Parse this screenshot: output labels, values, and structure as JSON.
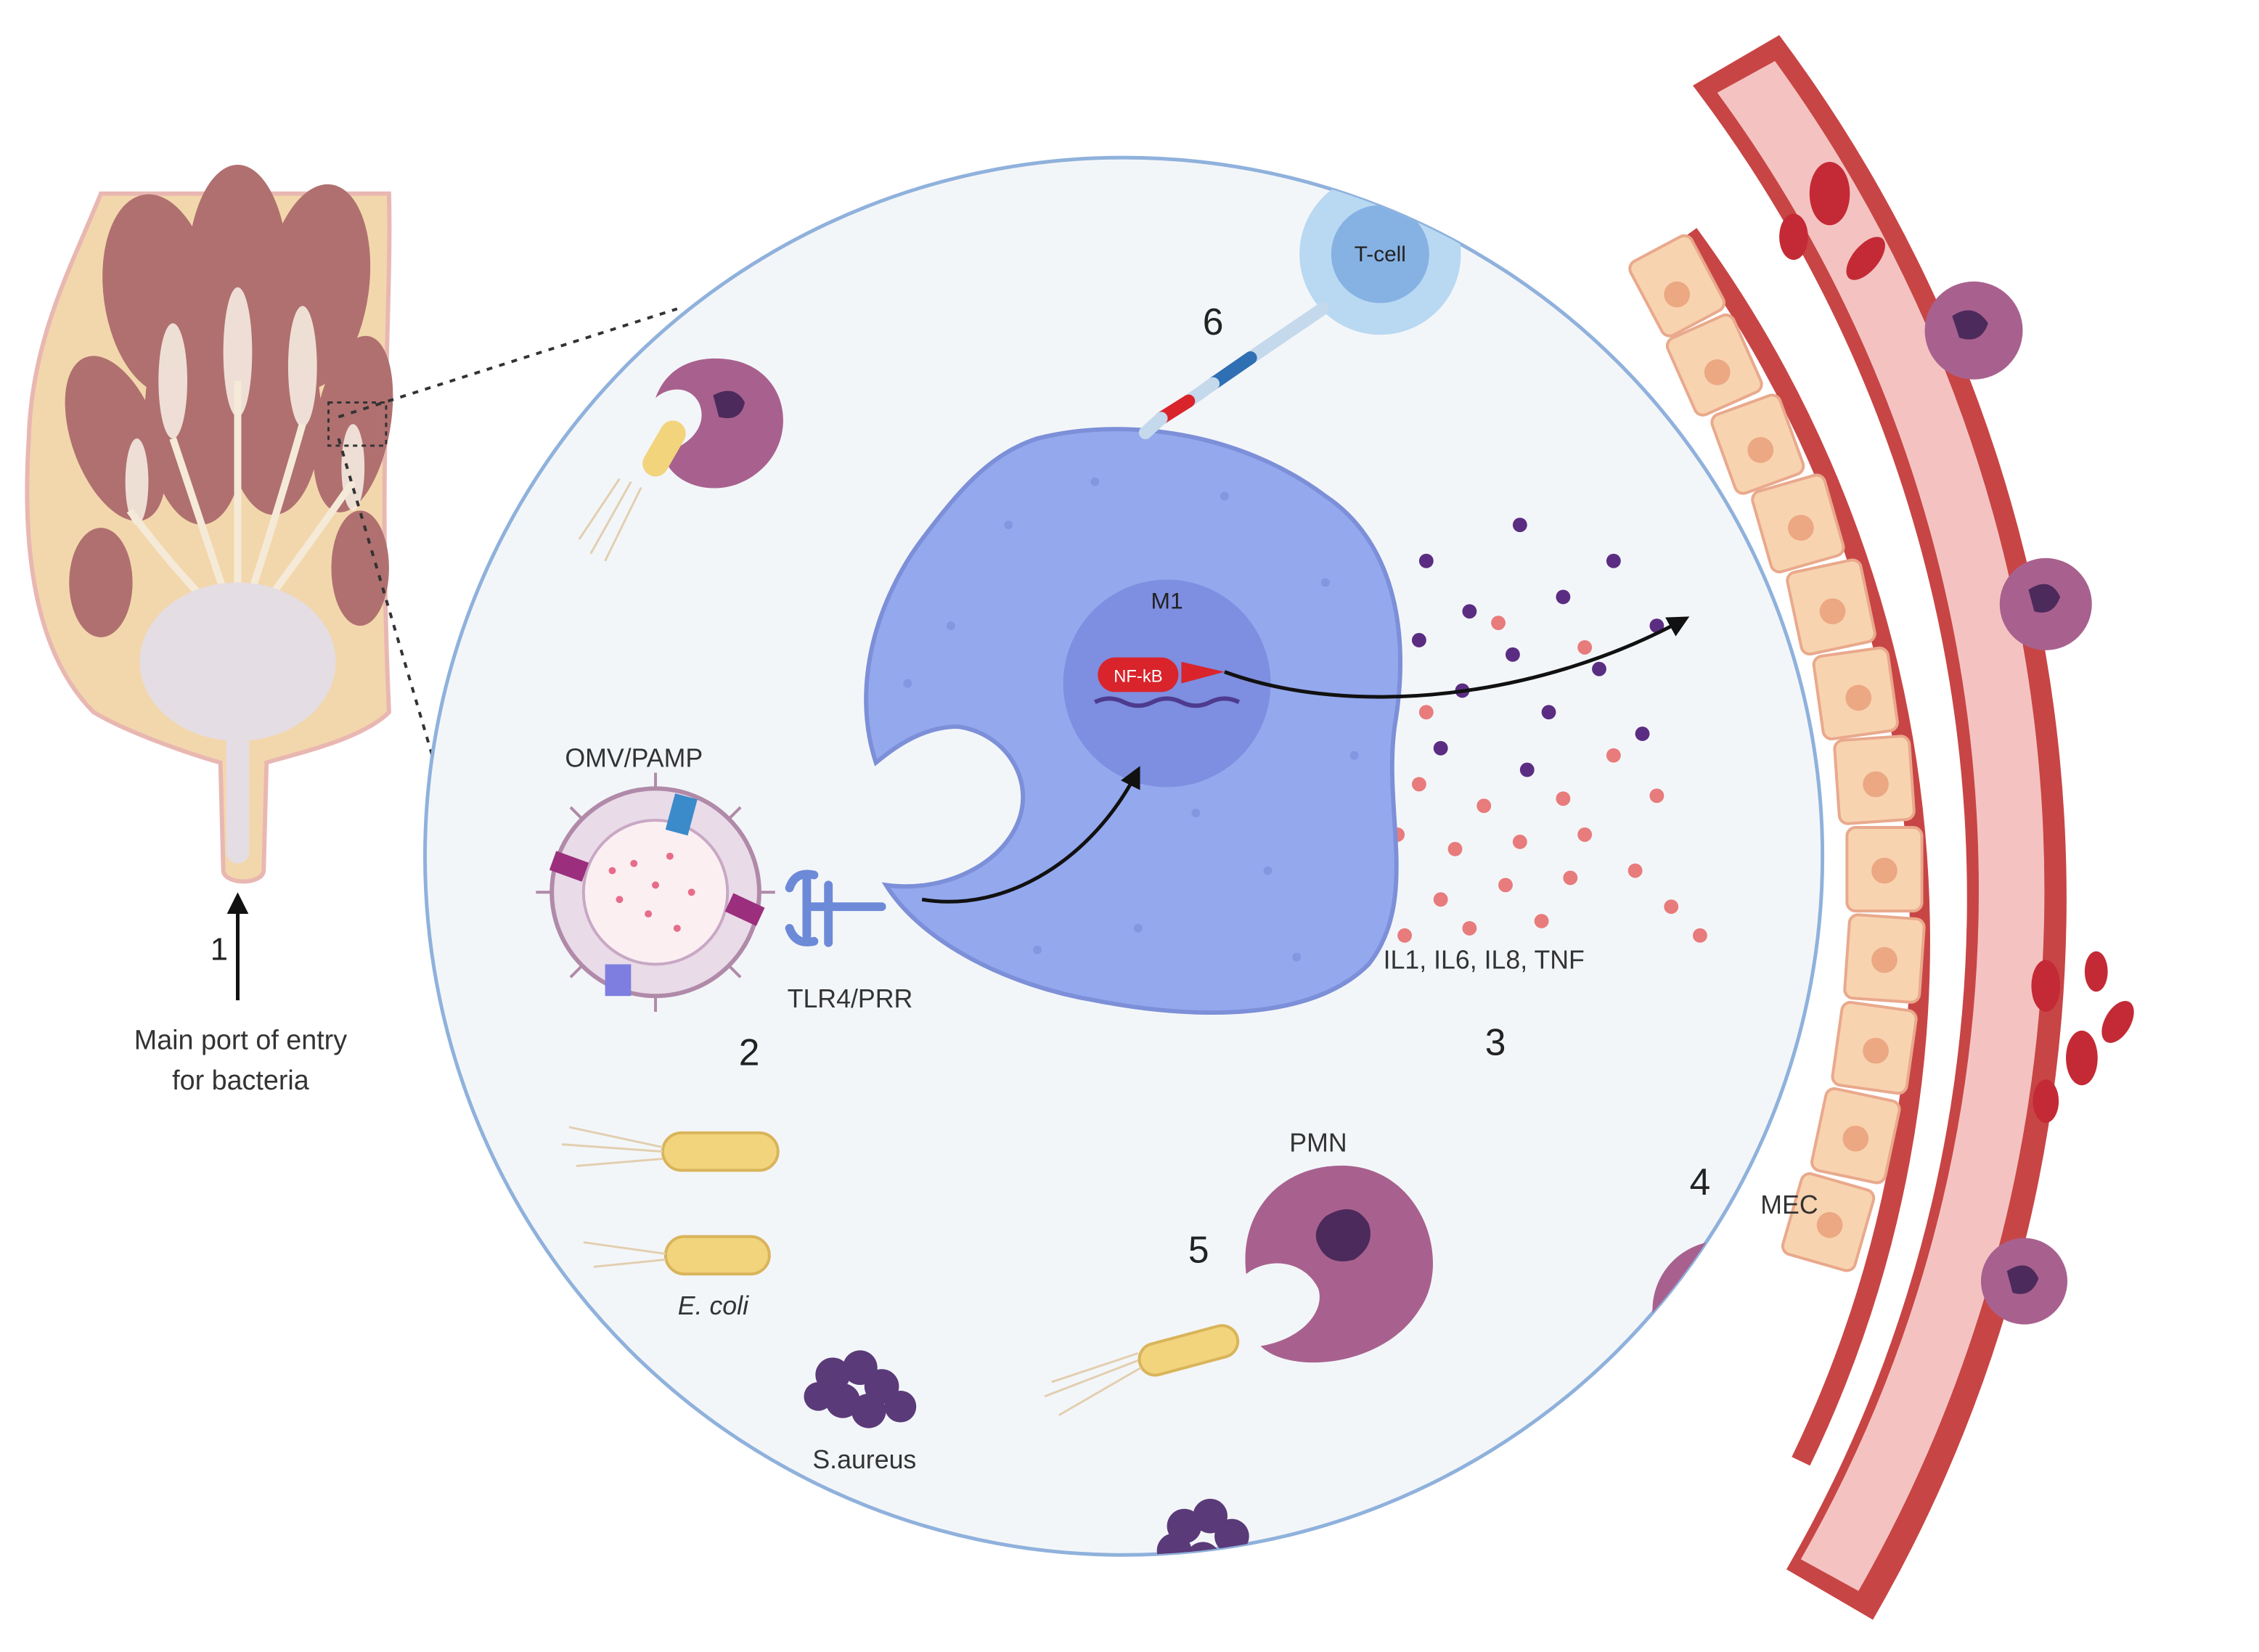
{
  "labels": {
    "step1": "1",
    "step2": "2",
    "step3": "3",
    "step4": "4",
    "step5": "5",
    "step6": "6",
    "entry_line1": "Main port of entry",
    "entry_line2": "for bacteria",
    "omv_pamp": "OMV/PAMP",
    "tlr": "TLR4/PRR",
    "m1": "M1",
    "nfkb": "NF-kB",
    "tcell": "T-cell",
    "cytokines": "IL1, IL6, IL8, TNF",
    "pmn": "PMN",
    "mec": "MEC",
    "ecoli": "E. coli",
    "saureus": "S.aureus"
  },
  "colors": {
    "udder_tissue": "#f2d7ac",
    "alveoli": "#b07070",
    "cistern": "#e4dde3",
    "zoom_circle_fill": "#f3f6f9",
    "zoom_circle_stroke": "#8fb1dc",
    "macrophage": "#94a8ee",
    "macrophage_nucleus": "#7e8ee0",
    "nfkb": "#d9242b",
    "neutrophil": "#a8618e",
    "neutrophil_nucleus": "#4d2a5c",
    "tcell_outer": "#b9d8f2",
    "tcell_inner": "#86b1e3",
    "bacteria": "#f2d47d",
    "staph": "#5a3a78",
    "epithelium": "#f8d3b0",
    "vessel_wall": "#c84545",
    "vessel_lumen": "#f4c3c1",
    "rbc": "#c42a35",
    "cytokine_purple": "#5b2d82",
    "cytokine_red": "#e87b7b"
  }
}
